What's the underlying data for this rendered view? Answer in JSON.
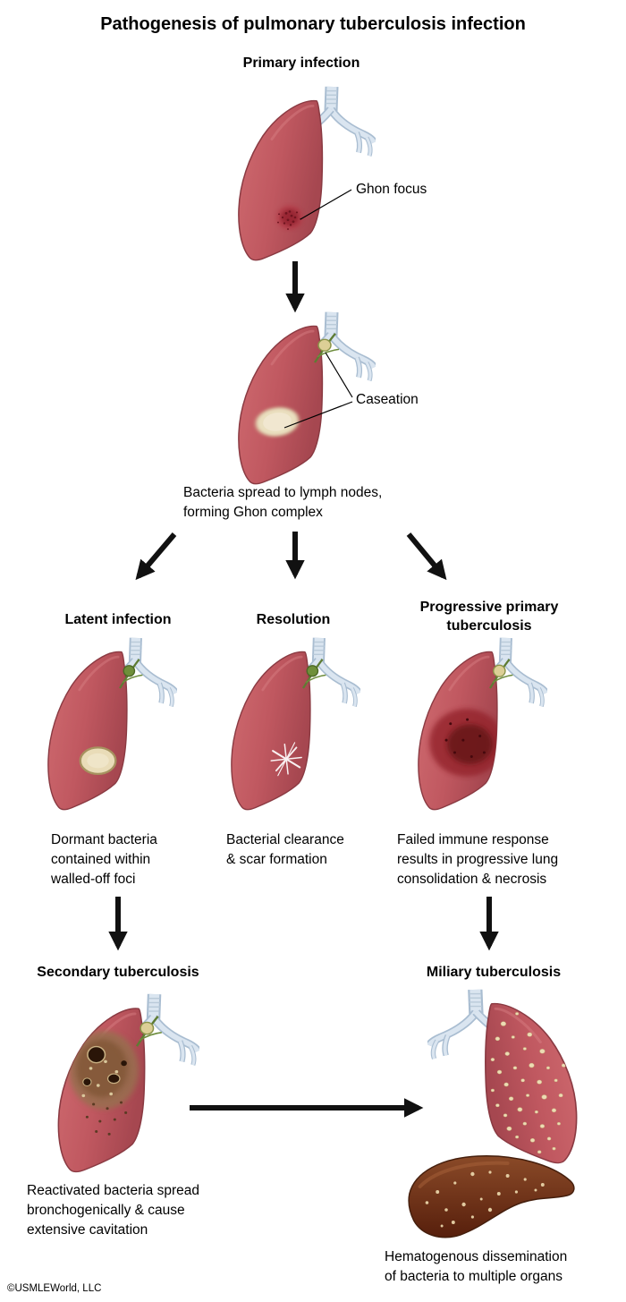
{
  "title": "Pathogenesis of pulmonary tuberculosis infection",
  "footer": "©USMLEWorld, LLC",
  "primary": {
    "heading": "Primary infection",
    "ghon_label": "Ghon focus",
    "caseation_label": "Caseation",
    "caption": "Bacteria spread to lymph nodes,\nforming Ghon complex"
  },
  "latent": {
    "heading": "Latent infection",
    "caption": "Dormant bacteria\ncontained within\nwalled-off foci"
  },
  "resolution": {
    "heading": "Resolution",
    "caption": "Bacterial clearance\n& scar formation"
  },
  "progressive": {
    "heading": "Progressive primary\ntuberculosis",
    "caption": "Failed immune response\nresults in progressive lung\nconsolidation & necrosis"
  },
  "secondary": {
    "heading": "Secondary tuberculosis",
    "caption": "Reactivated bacteria spread\nbronchogenically & cause\nextensive cavitation"
  },
  "miliary": {
    "heading": "Miliary tuberculosis",
    "caption": "Hematogenous dissemination\nof bacteria to multiple organs"
  },
  "colors": {
    "lung": "#c05860",
    "lung_outline": "#8a3a42",
    "trachea": "#dae5f0",
    "caseation": "#eadfbf",
    "consolidation": "#8c2028",
    "cavitation": "#8f6a4e",
    "liver": "#6f3517",
    "lymph_vessel": "#5e7c33",
    "arrow": "#111111"
  }
}
